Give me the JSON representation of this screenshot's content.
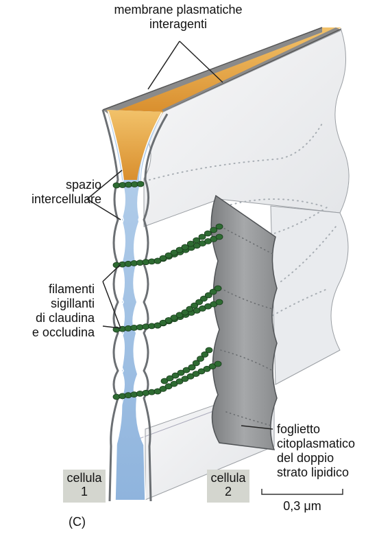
{
  "labels": {
    "membranes": [
      "membrane plasmatiche",
      "interagenti"
    ],
    "space": [
      "spazio",
      "intercellulare"
    ],
    "strands": [
      "filamenti",
      "sigillanti",
      "di claudina",
      "e occludina"
    ],
    "leaflet": [
      "foglietto",
      "citoplasmatico",
      "del doppio",
      "strato lipidico"
    ],
    "cell1": [
      "cellula",
      "1"
    ],
    "cell2": [
      "cellula",
      "2"
    ],
    "scale": "0,3 μm",
    "panel": "(C)"
  },
  "colors": {
    "membrane_top": "#e2a640",
    "intercellular_space": "#a9c6e6",
    "sheet": "#eeeff0",
    "leaflet": "#8f9193",
    "strand_bead": "#2e6b32",
    "cell_label_bg": "#d4d6cf"
  }
}
